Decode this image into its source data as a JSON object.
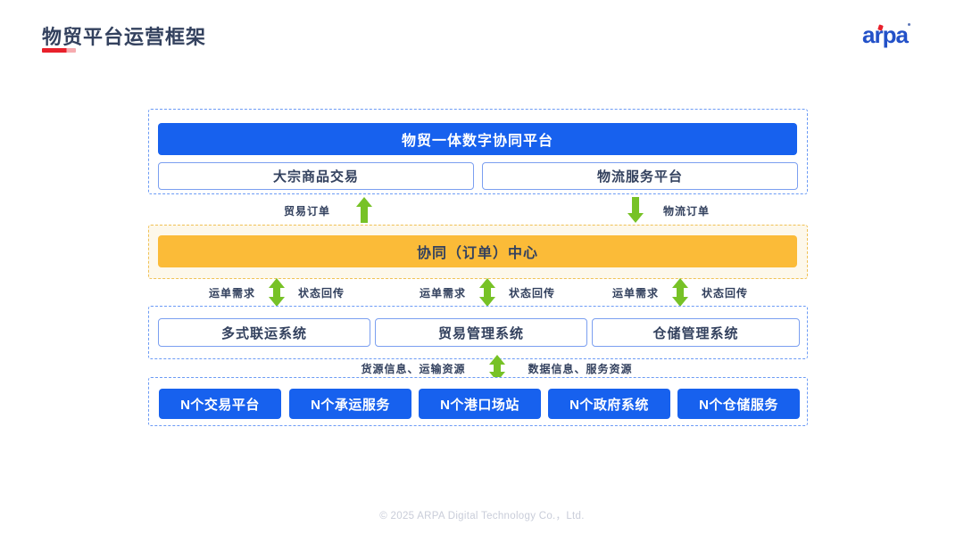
{
  "header": {
    "title": "物贸平台运营框架",
    "logo_text": "arpa"
  },
  "diagram": {
    "platform_layer": {
      "main_bar": "物贸一体数字协同平台",
      "sub_boxes": [
        "大宗商品交易",
        "物流服务平台"
      ]
    },
    "order_flow": {
      "trade_order_label": "贸易订单",
      "logistics_order_label": "物流订单"
    },
    "collab_layer": {
      "bar": "协同（订单）中心"
    },
    "demand_flow": {
      "groups": [
        {
          "left": "运单需求",
          "right": "状态回传"
        },
        {
          "left": "运单需求",
          "right": "状态回传"
        },
        {
          "left": "运单需求",
          "right": "状态回传"
        }
      ]
    },
    "systems_layer": {
      "boxes": [
        "多式联运系统",
        "贸易管理系统",
        "仓储管理系统"
      ]
    },
    "resource_flow": {
      "left": "货源信息、运输资源",
      "right": "数据信息、服务资源"
    },
    "external_layer": {
      "boxes": [
        "N个交易平台",
        "N个承运服务",
        "N个港口场站",
        "N个政府系统",
        "N个仓储服务"
      ]
    }
  },
  "footer": {
    "copyright": "© 2025 ARPA Digital Technology Co.，Ltd."
  },
  "colors": {
    "primary_blue": "#1761EE",
    "dashed_blue": "#6C9BF5",
    "accent_yellow": "#FBBB38",
    "yellow_dash": "#F0C155",
    "cream_bg": "#FDF8EB",
    "arrow_green": "#77C226",
    "text_navy": "#33415E",
    "brand_red": "#E8202B",
    "logo_blue": "#2351C8",
    "footer_gray": "#C9CDD9"
  }
}
